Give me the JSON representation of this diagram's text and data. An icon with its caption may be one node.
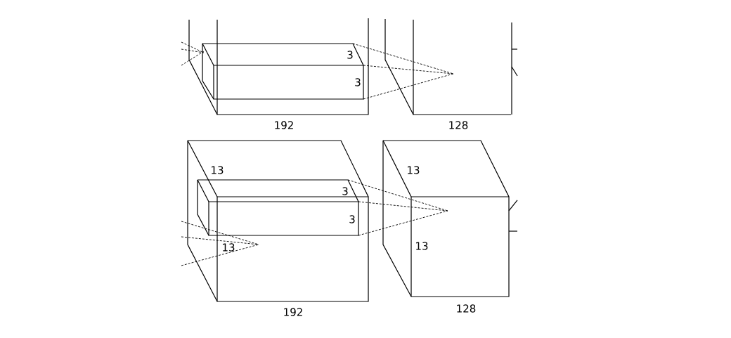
{
  "diagram": {
    "labels": [
      "3",
      "3",
      "192",
      "128",
      "13",
      "13",
      "3",
      "3",
      "13",
      "13",
      "192",
      "128"
    ]
  }
}
